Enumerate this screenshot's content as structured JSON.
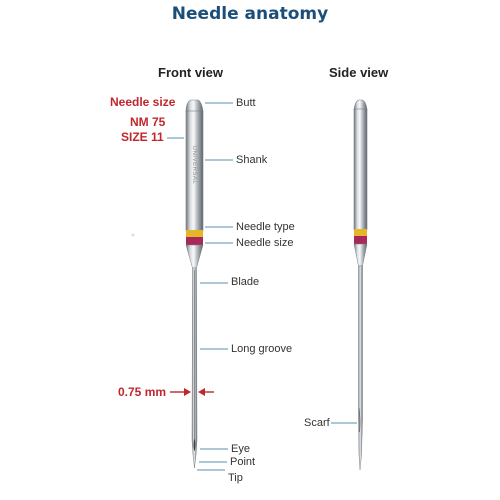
{
  "title": "Needle anatomy",
  "colors": {
    "title": "#1b4f7a",
    "label_line": "#5a8fb0",
    "red": "#c0272d",
    "yellow_band": "#e5b52a",
    "magenta_band": "#a8285a"
  },
  "front_view": {
    "title": "Front view",
    "needle_size_heading": "Needle size",
    "nm": "NM 75",
    "size": "SIZE 11",
    "measurement": "0.75 mm",
    "shank_print": "UNIVERSAL",
    "labels": {
      "butt": "Butt",
      "shank": "Shank",
      "needle_type": "Needle type",
      "needle_size": "Needle size",
      "blade": "Blade",
      "long_groove": "Long groove",
      "eye": "Eye",
      "point": "Point",
      "tip": "Tip"
    }
  },
  "side_view": {
    "title": "Side view",
    "scarf": "Scarf"
  }
}
